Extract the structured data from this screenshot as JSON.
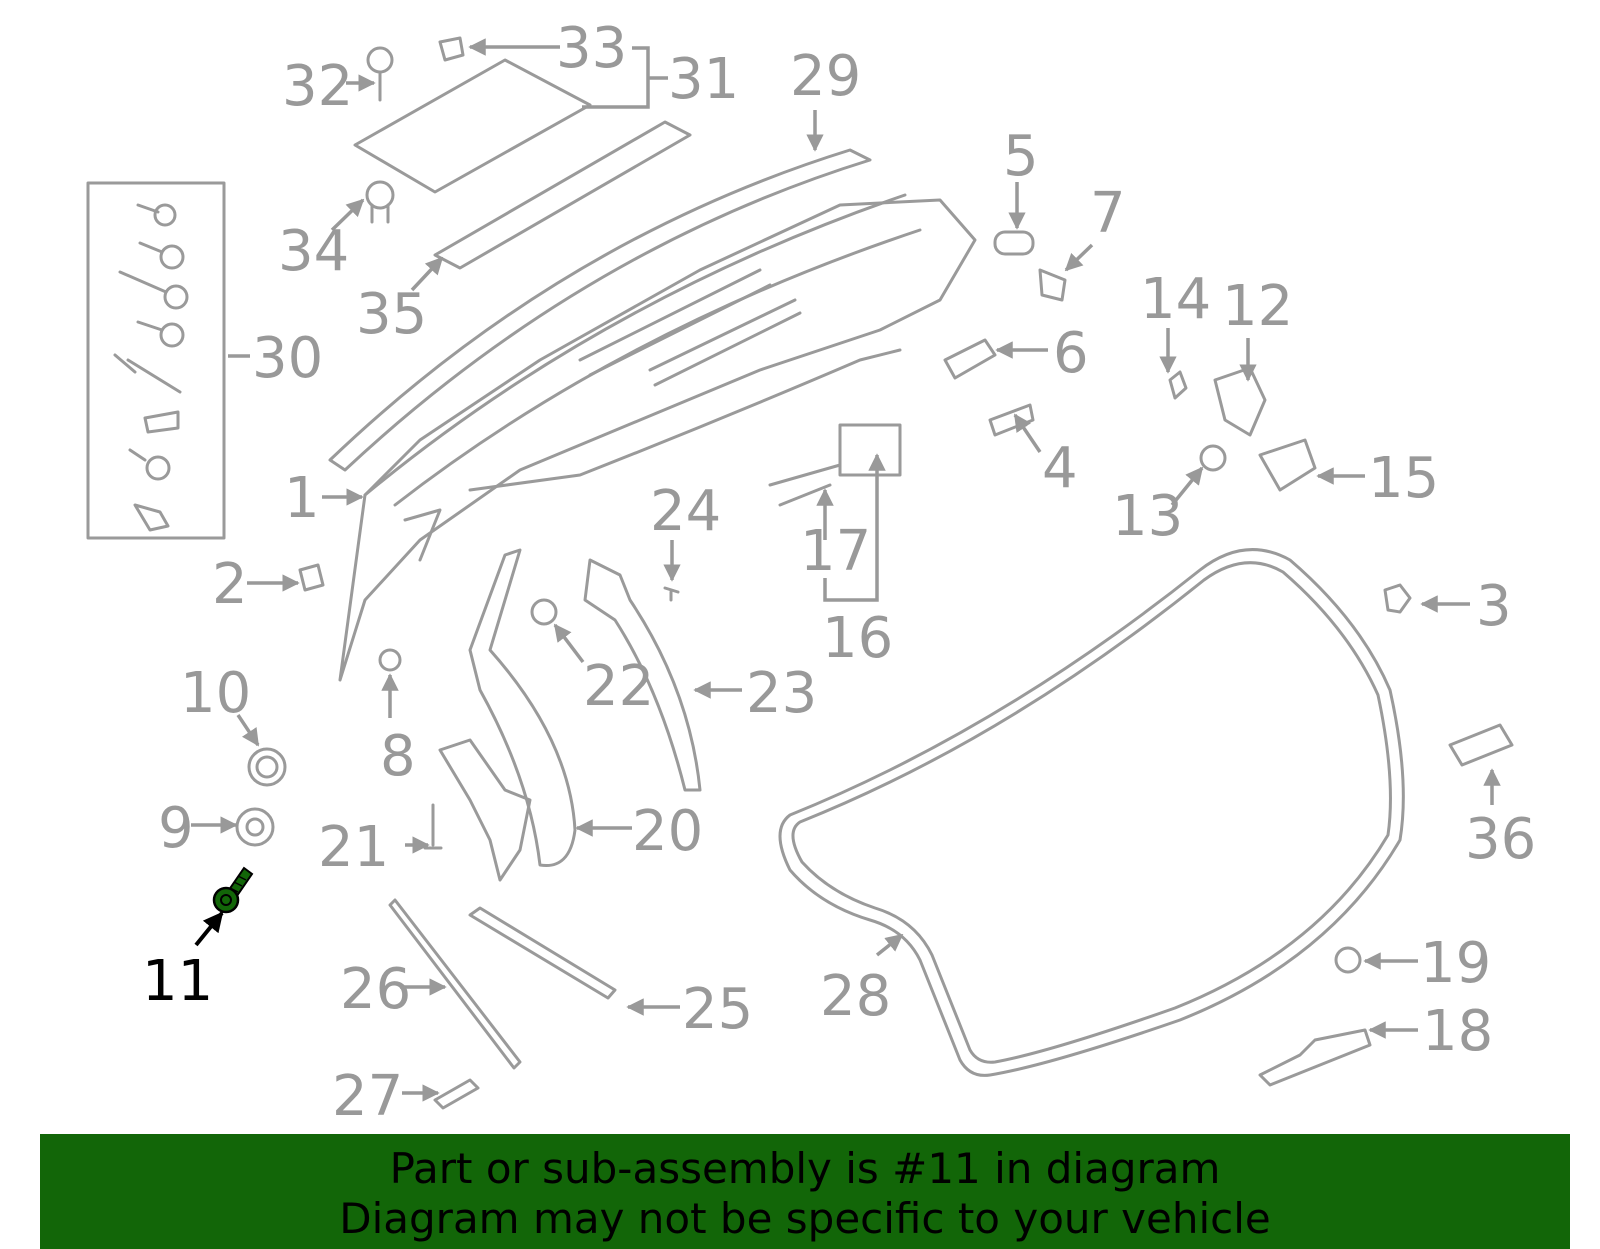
{
  "diagram": {
    "highlighted_part": "11",
    "highlight_color": "#126608",
    "part_labels": [
      "1",
      "2",
      "3",
      "4",
      "5",
      "6",
      "7",
      "8",
      "9",
      "10",
      "11",
      "12",
      "13",
      "14",
      "15",
      "16",
      "17",
      "18",
      "19",
      "20",
      "21",
      "22",
      "23",
      "24",
      "25",
      "26",
      "27",
      "28",
      "29",
      "30",
      "31",
      "32",
      "33",
      "34",
      "35",
      "36"
    ]
  },
  "banner": {
    "line1": "Part or sub-assembly is #11 in diagram",
    "line2": "Diagram may not be specific to your vehicle",
    "background": "#126608"
  }
}
